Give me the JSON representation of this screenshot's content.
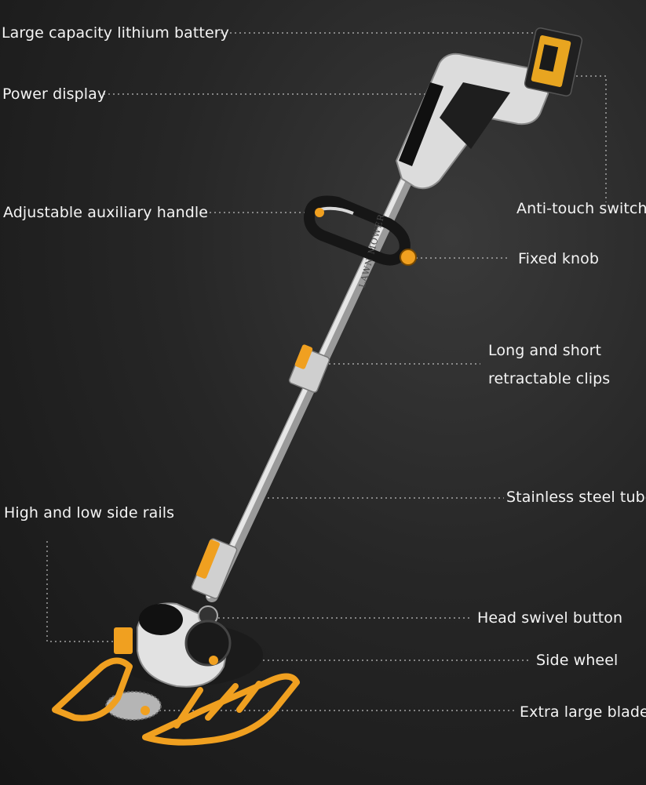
{
  "labels": {
    "battery": "Large capacity lithium battery",
    "power_display": "Power display",
    "anti_touch": "Anti-touch switch",
    "aux_handle": "Adjustable auxiliary handle",
    "fixed_knob": "Fixed knob",
    "clips_line1": "Long and short",
    "clips_line2": "retractable clips",
    "steel_tube": "Stainless steel tube",
    "side_rails": "High and low side rails",
    "swivel": "Head swivel button",
    "side_wheel": "Side wheel",
    "blade": "Extra large blade"
  },
  "product_imprint": "LAWN MOWER",
  "colors": {
    "accent": "#f0a020",
    "body": "#e8e8e8",
    "dark": "#1a1a1a"
  }
}
